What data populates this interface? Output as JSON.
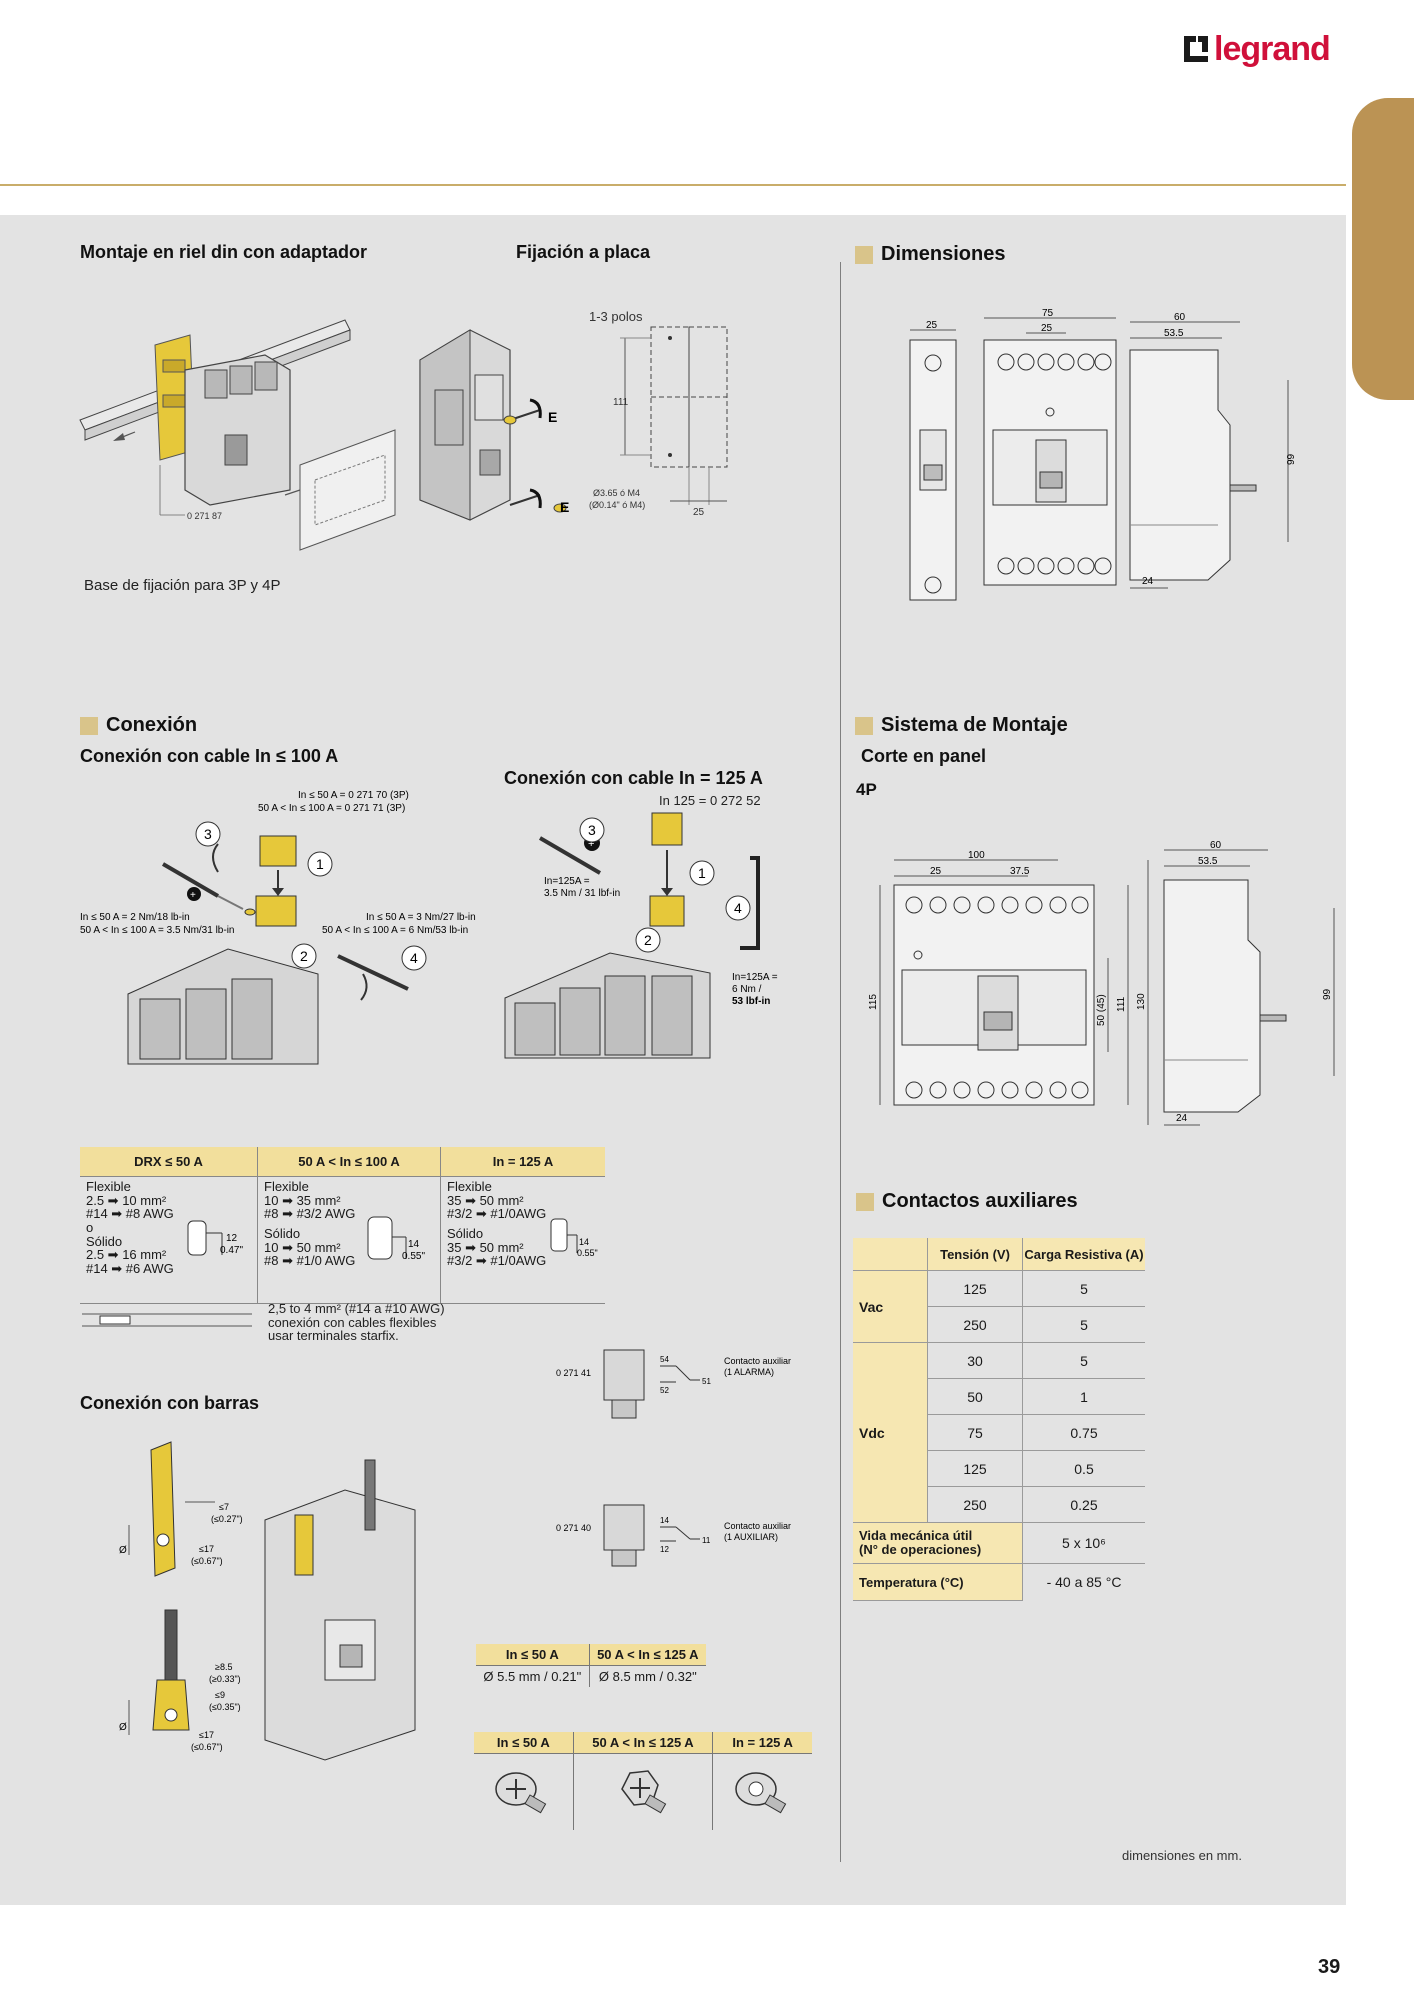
{
  "brand": {
    "name": "legrand",
    "color": "#d0103a"
  },
  "colors": {
    "accent_gold": "#bb9354",
    "panel_grey": "#e3e3e3",
    "table_header": "#f2df9c"
  },
  "sections": {
    "riel": {
      "title": "Montaje en riel din con adaptador",
      "ref": "0 271 87",
      "caption": "Base de fijación para 3P y 4P"
    },
    "placa": {
      "title": "Fijación a placa",
      "label_e1": "E",
      "label_e2": "E",
      "polos": "1-3 polos",
      "dim_111": "111",
      "dim_25": "25",
      "screw_1": "Ø3.65 ó M4",
      "screw_2": "(Ø0.14\" ó M4)"
    },
    "dimensiones": {
      "title": "Dimensiones",
      "d25": "25",
      "d75": "75",
      "d25b": "25",
      "d60": "60",
      "d53": "53.5",
      "d99": "99",
      "d24": "24"
    },
    "conexion": {
      "title": "Conexión",
      "cable100": {
        "title": "Conexión con cable In ≤ 100 A",
        "ref1": "In ≤ 50 A = 0 271 70 (3P)",
        "ref2": "50 A < In ≤ 100 A = 0 271 71 (3P)",
        "torque_l1": "In ≤ 50 A = 2 Nm/18 lb-in",
        "torque_l2": "50 A < In ≤ 100 A = 3.5 Nm/31 lb-in",
        "torque_r1": "In ≤ 50 A = 3 Nm/27 lb-in",
        "torque_r2": "50 A < In ≤ 100 A = 6 Nm/53 lb-in",
        "n1": "1",
        "n2": "2",
        "n3": "3",
        "n4": "4"
      },
      "cable125": {
        "title": "Conexión con cable In = 125 A",
        "ref": "In 125 = 0 272 52",
        "t1a": "In=125A =",
        "t1b": "3.5 Nm / 31 lbf-in",
        "t2a": "In=125A =",
        "t2b": "6 Nm /",
        "t2c": "53 lbf-in",
        "n1": "1",
        "n2": "2",
        "n3": "3",
        "n4": "4"
      }
    },
    "cable_table": {
      "headers": [
        "DRX ≤ 50 A",
        "50 A < In ≤ 100 A",
        "In = 125 A"
      ],
      "col1": {
        "l1": "Flexible",
        "l2": "2.5  ➡ 10 mm²",
        "l3": "#14 ➡ #8 AWG",
        "l4": "o",
        "l5": "Sólido",
        "l6": "2.5  ➡ 16 mm²",
        "l7": "#14 ➡ #6 AWG",
        "d1": "12",
        "d2": "0.47\""
      },
      "col2": {
        "l1": "Flexible",
        "l2": "10 ➡ 35 mm²",
        "l3": "#8 ➡ #3/2 AWG",
        "l4": "Sólido",
        "l5": "10 ➡ 50 mm²",
        "l6": "#8 ➡ #1/0 AWG",
        "d1": "14",
        "d2": "0.55\""
      },
      "col3": {
        "l1": "Flexible",
        "l2": "35 ➡ 50 mm²",
        "l3": "#3/2 ➡ #1/0AWG",
        "l4": "Sólido",
        "l5": "35 ➡ 50 mm²",
        "l6": "#3/2 ➡ #1/0AWG",
        "d1": "14",
        "d2": "0.55\""
      },
      "note1": "2,5 to 4 mm² (#14 a #10 AWG)",
      "note2": "conexión con cables flexibles",
      "note3": "usar terminales starfix."
    },
    "barras": {
      "title": "Conexión con barras",
      "a1": "≤7",
      "a2": "(≤0.27\")",
      "a3": "≤17",
      "a4": "(≤0.67\")",
      "b1": "≥8.5",
      "b2": "(≥0.33\")",
      "b3": "≤9",
      "b4": "(≤0.35\")",
      "b5": "≤17",
      "b6": "(≤0.67\")",
      "phi": "Ø"
    },
    "aux_contacts_diag": {
      "ref1": "0 271 41",
      "c54": "54",
      "c52": "52",
      "c51": "51",
      "lab1a": "Contacto auxiliar",
      "lab1b": "(1 ALARMA)",
      "ref2": "0 271 40",
      "c14": "14",
      "c12": "12",
      "c11": "11",
      "lab2a": "Contacto auxiliar",
      "lab2b": "(1 AUXILIAR)"
    },
    "diam_table": {
      "headers": [
        "In ≤ 50 A",
        "50 A < In ≤ 125 A"
      ],
      "values": [
        "Ø 5.5 mm / 0.21\"",
        "Ø 8.5 mm / 0.32\""
      ]
    },
    "screw_table": {
      "headers": [
        "In ≤ 50 A",
        "50 A < In ≤ 125 A",
        "In = 125 A"
      ]
    },
    "montaje": {
      "title": "Sistema de Montaje",
      "sub": "Corte en panel",
      "poles": "4P",
      "d100": "100",
      "d25": "25",
      "d37": "37.5",
      "d115": "115",
      "d50": "50 (45)",
      "d111": "111",
      "d130": "130",
      "d60": "60",
      "d53": "53.5",
      "d99": "99",
      "d24": "24"
    },
    "aux_table": {
      "title": "Contactos auxiliares",
      "h1": "Tensión (V)",
      "h2": "Carga Resistiva (A)",
      "vac": "Vac",
      "vdc": "Vdc",
      "rows": [
        [
          "125",
          "5"
        ],
        [
          "250",
          "5"
        ],
        [
          "30",
          "5"
        ],
        [
          "50",
          "1"
        ],
        [
          "75",
          "0.75"
        ],
        [
          "125",
          "0.5"
        ],
        [
          "250",
          "0.25"
        ]
      ],
      "vida_l1": "Vida mecánica útil",
      "vida_l2": "(N° de operaciones)",
      "vida_val": "5 x 10⁶",
      "temp_label": "Temperatura (°C)",
      "temp_val": "- 40 a 85 °C"
    }
  },
  "footnote": "dimensiones en mm.",
  "page_number": "39"
}
